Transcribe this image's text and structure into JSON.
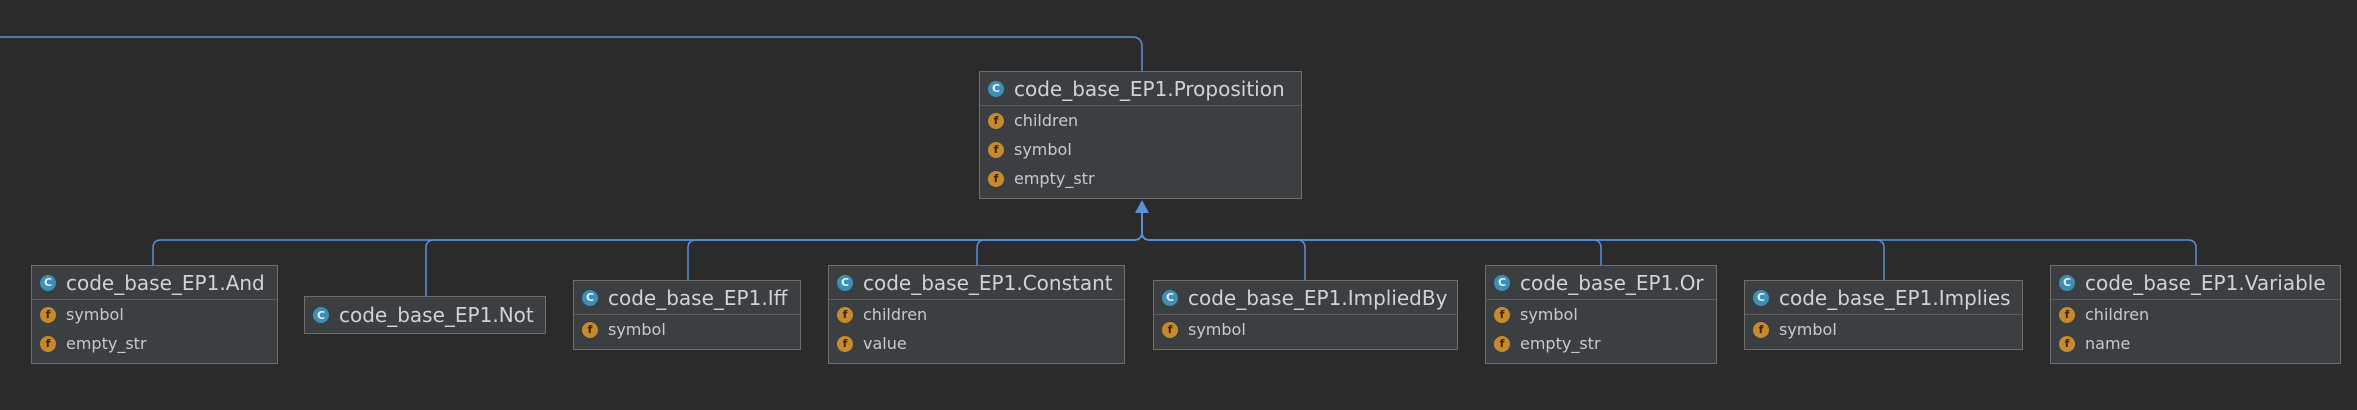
{
  "diagram": {
    "colors": {
      "background": "#2b2b2b",
      "edge": "#5b8fd6",
      "class_icon": "#3d8fb4",
      "field_icon": "#c68a2e"
    },
    "icons": {
      "class": "C",
      "field": "f"
    },
    "parent": {
      "title": "code_base_EP1.Proposition",
      "fields": [
        "children",
        "symbol",
        "empty_str"
      ]
    },
    "children": [
      {
        "title": "code_base_EP1.And",
        "fields": [
          "symbol",
          "empty_str"
        ]
      },
      {
        "title": "code_base_EP1.Not",
        "fields": []
      },
      {
        "title": "code_base_EP1.Iff",
        "fields": [
          "symbol"
        ]
      },
      {
        "title": "code_base_EP1.Constant",
        "fields": [
          "children",
          "value"
        ]
      },
      {
        "title": "code_base_EP1.ImpliedBy",
        "fields": [
          "symbol"
        ]
      },
      {
        "title": "code_base_EP1.Or",
        "fields": [
          "symbol",
          "empty_str"
        ]
      },
      {
        "title": "code_base_EP1.Implies",
        "fields": [
          "symbol"
        ]
      },
      {
        "title": "code_base_EP1.Variable",
        "fields": [
          "children",
          "name"
        ]
      }
    ]
  }
}
